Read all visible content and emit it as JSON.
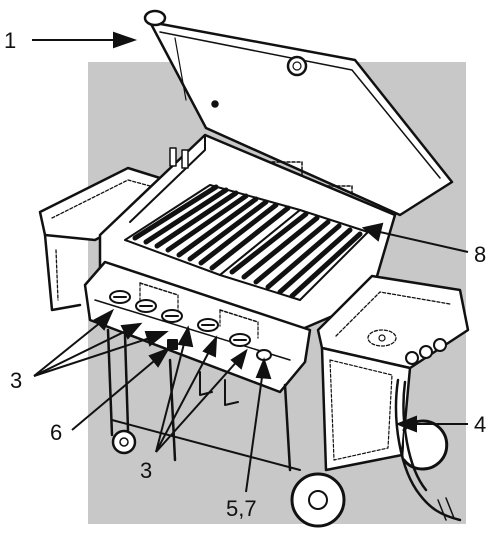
{
  "colors": {
    "backdrop": "#c8c8c8",
    "ink": "#111111",
    "body_fill": "#ffffff",
    "grate_fill": "#ffffff"
  },
  "callouts": [
    {
      "id": "c1",
      "text": "1"
    },
    {
      "id": "c8",
      "text": "8"
    },
    {
      "id": "c3a",
      "text": "3"
    },
    {
      "id": "c6",
      "text": "6"
    },
    {
      "id": "c4",
      "text": "4"
    },
    {
      "id": "c3b",
      "text": "3"
    },
    {
      "id": "c57",
      "text": "5,7"
    }
  ],
  "icons": {
    "grill": "gas-grill-illustration",
    "lid": "grill-lid",
    "grate": "cooking-grate",
    "knob": "burner-knob",
    "wheel": "cart-wheel",
    "hose": "gas-hose"
  }
}
